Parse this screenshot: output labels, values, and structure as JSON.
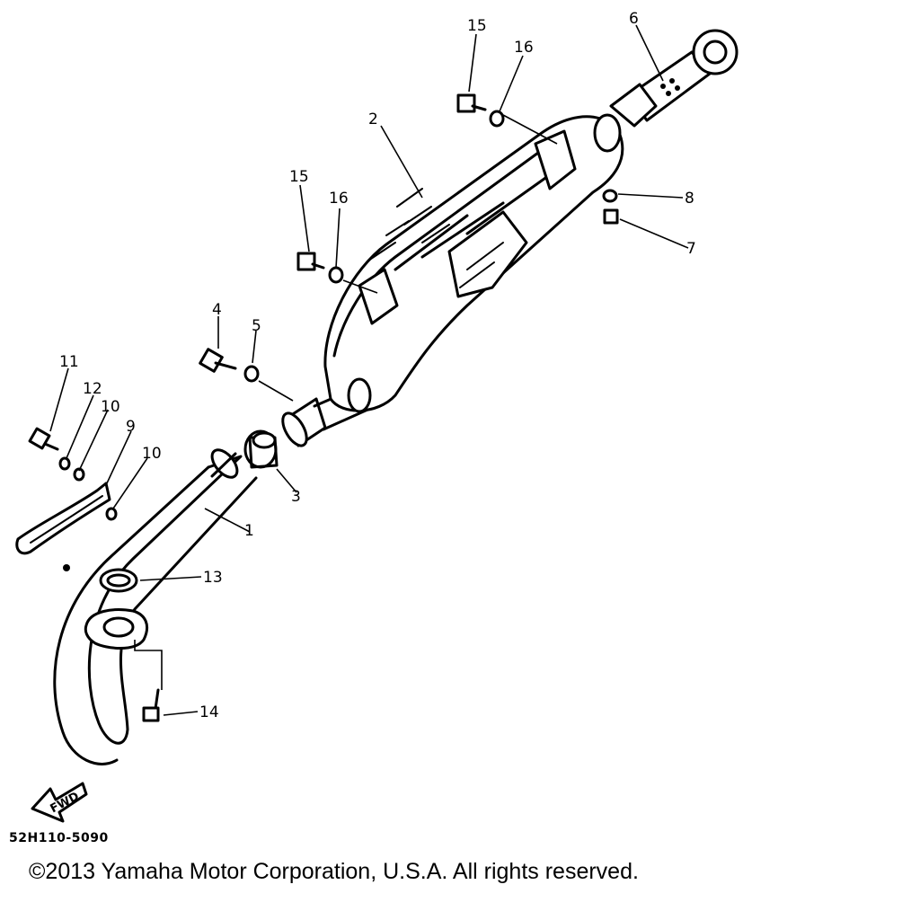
{
  "diagram": {
    "part_numbers": [
      "1",
      "2",
      "3",
      "4",
      "5",
      "6",
      "7",
      "8",
      "9",
      "10",
      "10",
      "11",
      "12",
      "13",
      "14",
      "15",
      "15",
      "16",
      "16"
    ],
    "direction_label": "FWD",
    "figure_code": "52H110-5090",
    "copyright": "©2013 Yamaha Motor Corporation, U.S.A. All rights reserved."
  }
}
